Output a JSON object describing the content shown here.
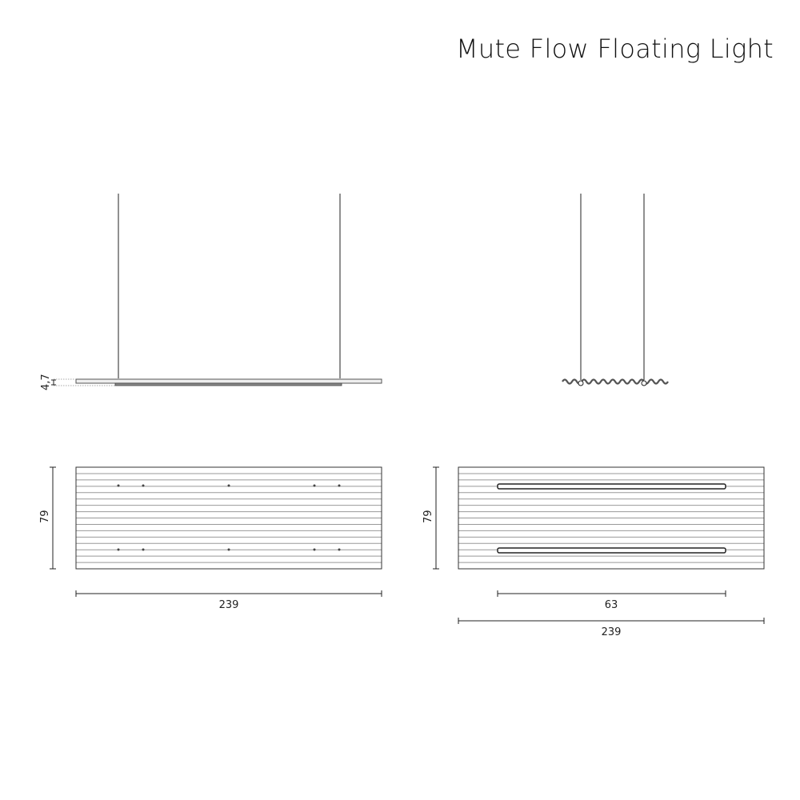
{
  "title": "Mute Flow Floating Light",
  "dimensions": {
    "thickness": "4,7",
    "depth_left": "79",
    "depth_right": "79",
    "width_left": "239",
    "slot_length": "63",
    "width_right": "239"
  },
  "colors": {
    "line": "#222222",
    "stripe": "#999999"
  }
}
